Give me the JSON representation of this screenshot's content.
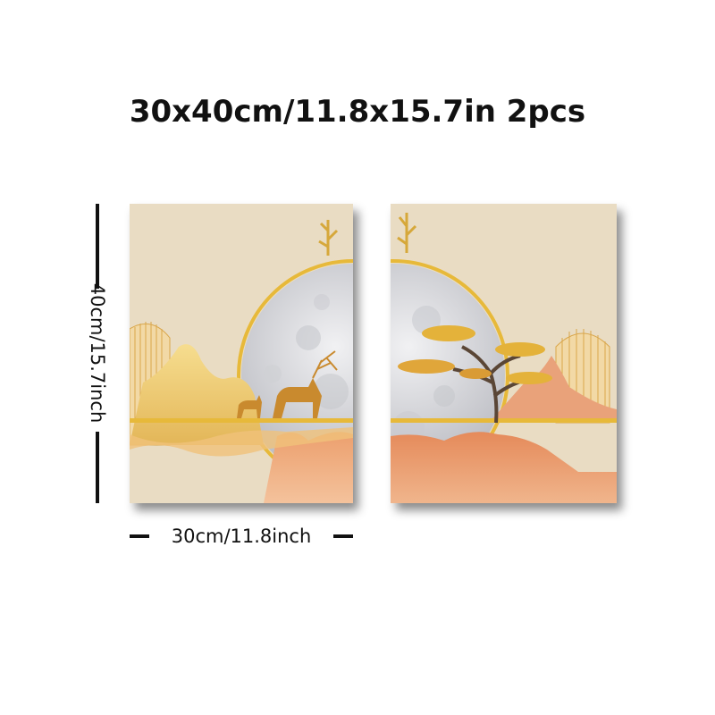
{
  "title": "30x40cm/11.8x15.7in 2pcs",
  "width_label": "30cm/11.8inch",
  "height_label": "40cm/15.7inch",
  "colors": {
    "background": "#e9dcc3",
    "gold": "#e7b93a",
    "moon": "#d9d9dc",
    "terracotta": "#e59a6a"
  }
}
